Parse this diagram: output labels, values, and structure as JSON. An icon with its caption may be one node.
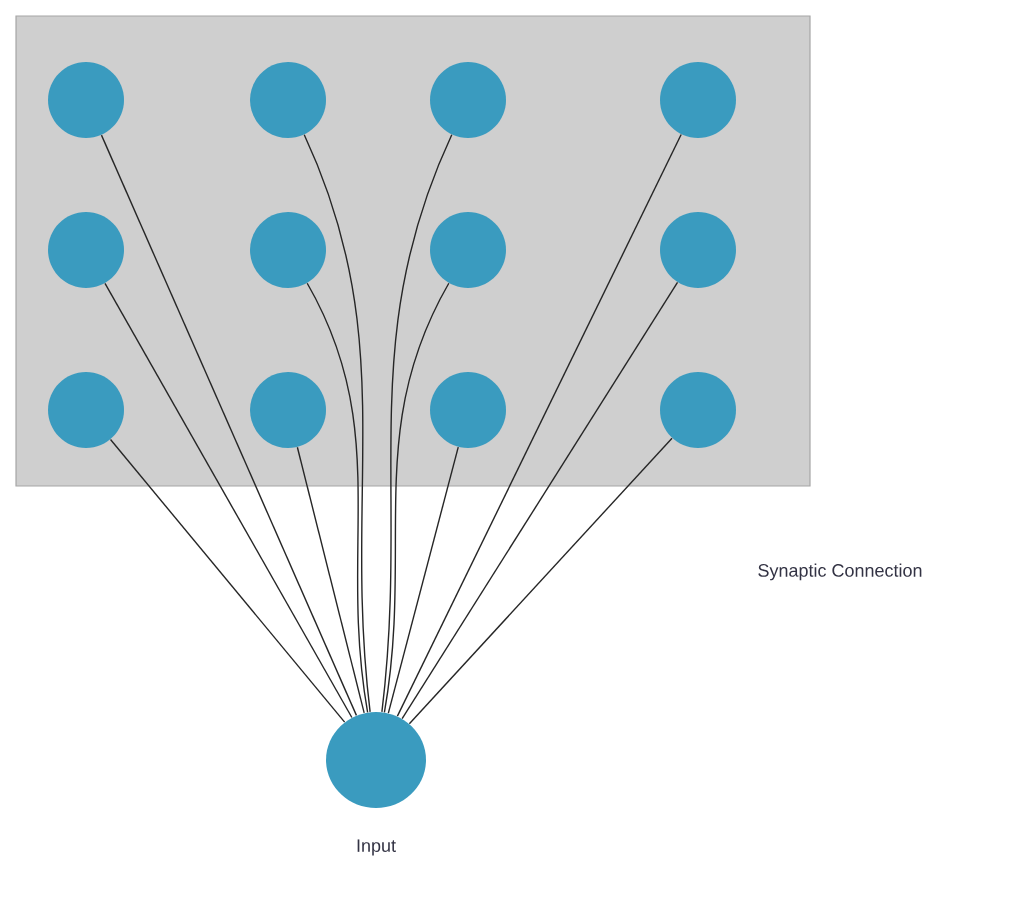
{
  "diagram": {
    "nodes": [
      {
        "text": [],
        "shape": "box"
      },
      {
        "text": [],
        "shape": "circle",
        "in": 0
      },
      {
        "text": [],
        "shape": "circle",
        "in": 0
      },
      {
        "text": [],
        "shape": "circle",
        "in": 0
      },
      {
        "text": [],
        "shape": "circle",
        "in": 0
      },
      {
        "text": [],
        "shape": "circle",
        "in": 0
      },
      {
        "text": [],
        "shape": "circle",
        "in": 0
      },
      {
        "text": [],
        "shape": "circle",
        "in": 0
      },
      {
        "text": [],
        "shape": "circle",
        "in": 0
      },
      {
        "text": [],
        "shape": "circle",
        "in": 0
      },
      {
        "text": [],
        "shape": "circle",
        "in": 0
      },
      {
        "text": [],
        "shape": "circle",
        "in": 0
      },
      {
        "text": [],
        "shape": "circle",
        "in": 0
      },
      {
        "text": [],
        "shape": "circle",
        "beside": [
          "Input"
        ]
      }
    ],
    "edges": [
      {
        "from": 13,
        "to": 1,
        "arrow": "none"
      },
      {
        "from": 13,
        "to": 2,
        "arrow": "none"
      },
      {
        "from": 13,
        "to": 3,
        "arrow": "none"
      },
      {
        "from": 13,
        "to": 4,
        "arrow": "none"
      },
      {
        "from": 13,
        "to": 5,
        "arrow": "none"
      },
      {
        "from": 13,
        "to": 6,
        "arrow": "none"
      },
      {
        "from": 13,
        "to": 7,
        "arrow": "none"
      },
      {
        "from": 13,
        "to": 8,
        "arrow": "none"
      },
      {
        "from": 13,
        "to": 9,
        "arrow": "none"
      },
      {
        "from": 13,
        "to": 10,
        "arrow": "none"
      },
      {
        "from": 13,
        "to": 11,
        "arrow": "none"
      },
      {
        "from": 13,
        "to": 12,
        "arrow": "none"
      }
    ],
    "labels": [
      "Synaptic Connection"
    ]
  }
}
